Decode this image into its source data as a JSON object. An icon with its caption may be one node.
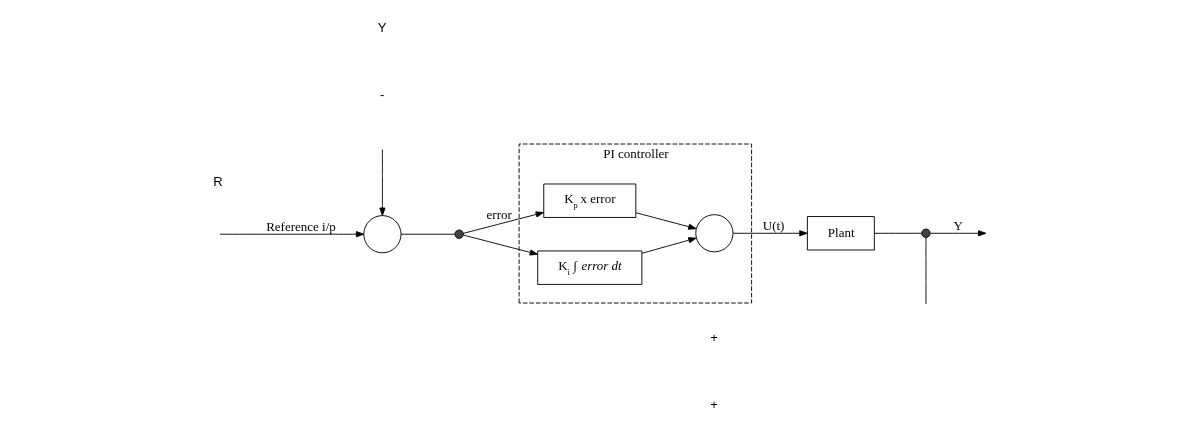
{
  "diagram": {
    "nodes": [
      {
        "text": [
          "PI controller"
        ]
      },
      {
        "text": [],
        "shape": "circle"
      },
      {
        "text": [],
        "shape": "circle"
      },
      {
        "text": [
          "K$_{p}$ x error"
        ],
        "in": 0
      },
      {
        "text": [
          "K$_{i}$ ∫ *error dt*"
        ],
        "in": 0
      },
      {
        "text": [],
        "shape": "circle",
        "in": 0
      },
      {
        "text": [
          "Plant"
        ]
      },
      {
        "text": [],
        "shape": "circle"
      }
    ],
    "edges": [
      {
        "from": null,
        "to": 1,
        "arrow": "to",
        "label": "Reference i/p"
      },
      {
        "from": 1,
        "to": 2,
        "arrow": "none"
      },
      {
        "from": 2,
        "to": 3,
        "arrow": "to",
        "label": "error"
      },
      {
        "from": 2,
        "to": 4,
        "arrow": "to"
      },
      {
        "from": 3,
        "to": 5,
        "arrow": "to"
      },
      {
        "from": 4,
        "to": 5,
        "arrow": "to"
      },
      {
        "from": 5,
        "to": 6,
        "arrow": "to",
        "label": "U(t)"
      },
      {
        "from": 6,
        "to": 7,
        "arrow": "none"
      },
      {
        "from": 7,
        "to": null,
        "arrow": "none"
      },
      {
        "from": 7,
        "to": null,
        "arrow": "to",
        "label": "Y"
      },
      {
        "from": null,
        "to": 1,
        "arrow": "to"
      }
    ],
    "labels": [
      "+",
      "R",
      "-",
      "+",
      "Y"
    ]
  }
}
